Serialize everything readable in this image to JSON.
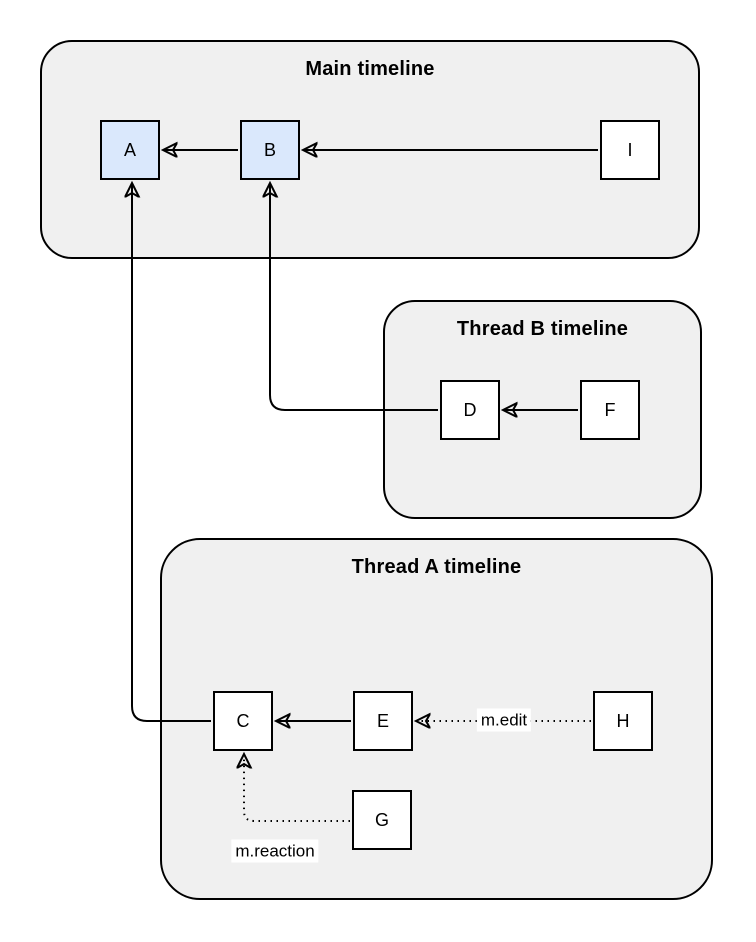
{
  "diagram": {
    "containers": [
      {
        "id": "main",
        "title": "Main timeline"
      },
      {
        "id": "thread-b",
        "title": "Thread B timeline"
      },
      {
        "id": "thread-a",
        "title": "Thread A timeline"
      }
    ],
    "nodes": [
      {
        "id": "A",
        "label": "A",
        "fill": "blue",
        "timeline": "main"
      },
      {
        "id": "B",
        "label": "B",
        "fill": "blue",
        "timeline": "main"
      },
      {
        "id": "I",
        "label": "I",
        "fill": "white",
        "timeline": "main"
      },
      {
        "id": "D",
        "label": "D",
        "fill": "white",
        "timeline": "thread-b"
      },
      {
        "id": "F",
        "label": "F",
        "fill": "white",
        "timeline": "thread-b"
      },
      {
        "id": "C",
        "label": "C",
        "fill": "white",
        "timeline": "thread-a"
      },
      {
        "id": "E",
        "label": "E",
        "fill": "white",
        "timeline": "thread-a"
      },
      {
        "id": "H",
        "label": "H",
        "fill": "white",
        "timeline": "thread-a"
      },
      {
        "id": "G",
        "label": "G",
        "fill": "white",
        "timeline": "thread-a"
      }
    ],
    "edges": [
      {
        "from": "B",
        "to": "A",
        "style": "solid"
      },
      {
        "from": "I",
        "to": "B",
        "style": "solid"
      },
      {
        "from": "D",
        "to": "B",
        "style": "solid"
      },
      {
        "from": "F",
        "to": "D",
        "style": "solid"
      },
      {
        "from": "C",
        "to": "A",
        "style": "solid"
      },
      {
        "from": "E",
        "to": "C",
        "style": "solid"
      },
      {
        "from": "H",
        "to": "E",
        "style": "dotted",
        "label": "m.edit"
      },
      {
        "from": "G",
        "to": "C",
        "style": "dotted",
        "label": "m.reaction"
      }
    ]
  },
  "colors": {
    "container_fill": "#f0f0f0",
    "node_blue": "#dae8fc",
    "node_white": "#ffffff",
    "stroke": "#000000",
    "label_bg": "#ffffff"
  }
}
